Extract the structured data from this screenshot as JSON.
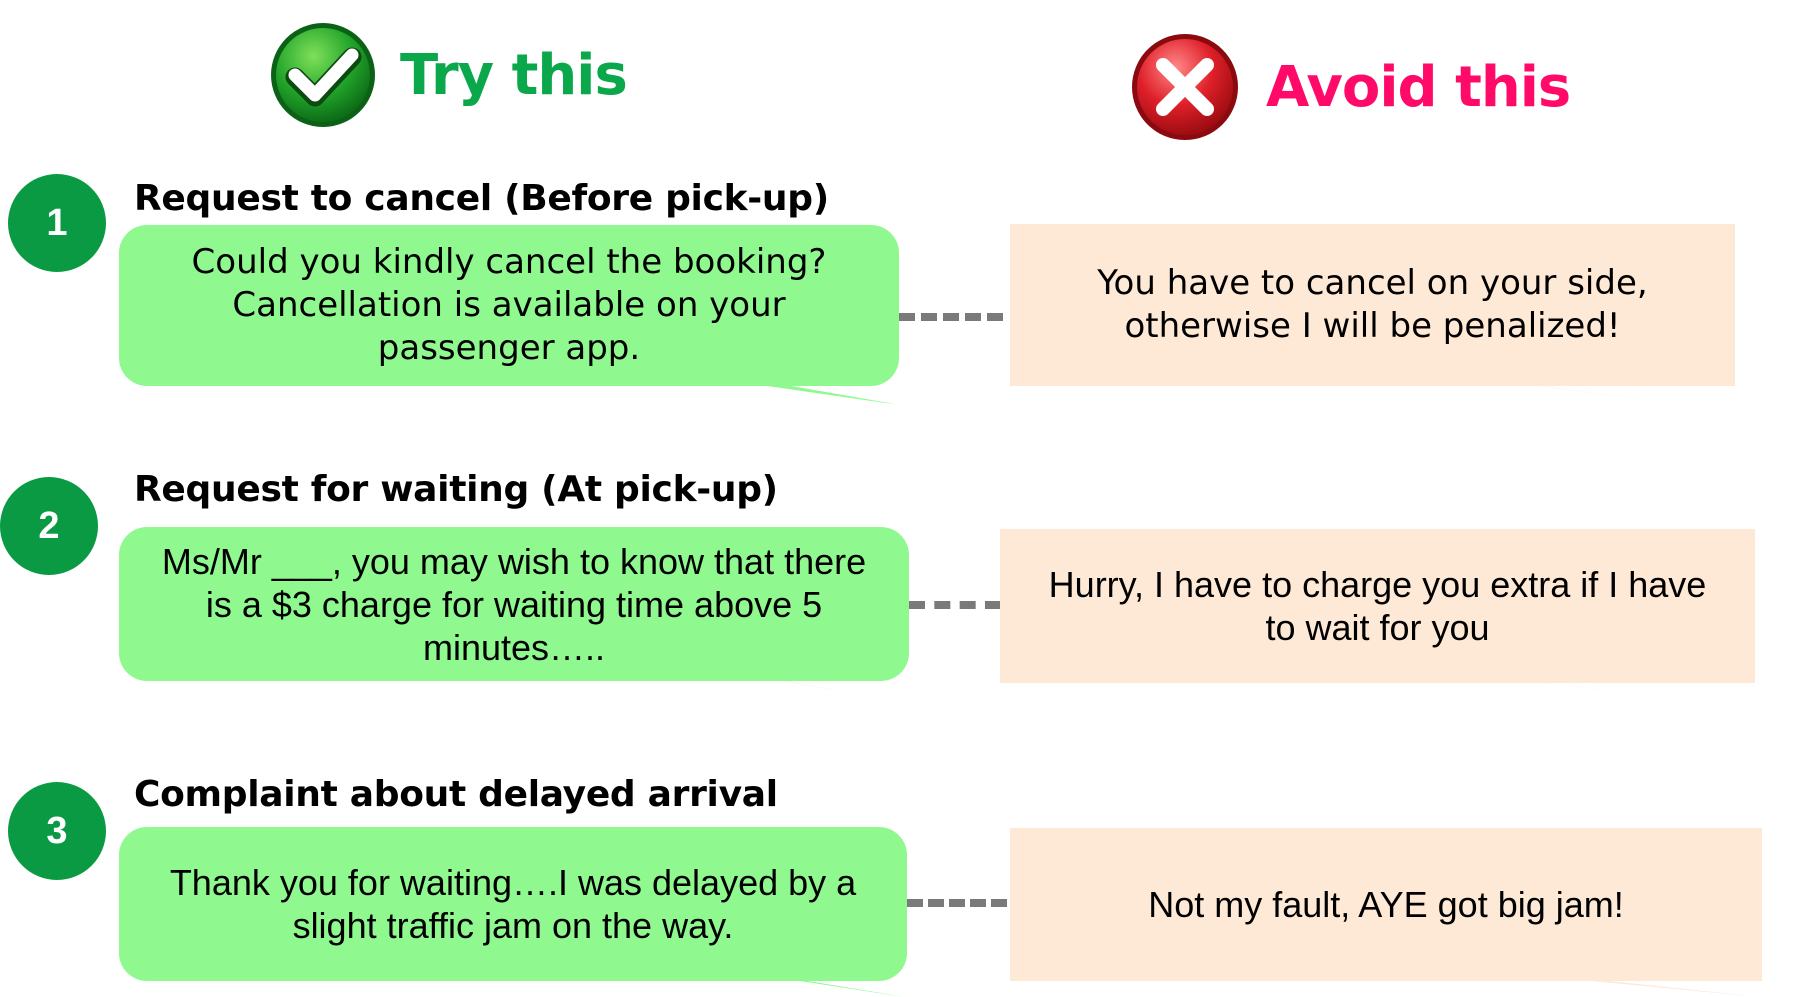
{
  "header": {
    "try_label": "Try this",
    "avoid_label": "Avoid this",
    "try_color": "#0aa84b",
    "avoid_color": "#ff0a68",
    "try_icon": "check-icon",
    "avoid_icon": "cross-icon"
  },
  "rows": [
    {
      "number": "1",
      "heading": "Request to cancel (Before pick-up)",
      "good_text": "Could you kindly cancel the booking? Cancellation is available on your passenger app.",
      "bad_text": "You have to cancel on your side, otherwise I will be penalized!"
    },
    {
      "number": "2",
      "heading": "Request for waiting (At pick-up)",
      "good_text": "Ms/Mr ___, you may wish to know that there is a $3 charge for waiting time above 5 minutes…..",
      "bad_text": "Hurry, I have to charge you extra if I have to wait for you"
    },
    {
      "number": "3",
      "heading": "Complaint about delayed arrival",
      "good_text": "Thank you for waiting….I was delayed by a slight traffic jam on the way.",
      "bad_text": "Not my fault, AYE got big jam!"
    }
  ],
  "colors": {
    "good_bubble": "#8ff98f",
    "bad_bubble": "#fde9d5",
    "number_circle": "#0a9a43",
    "connector": "#7a7a7a"
  }
}
